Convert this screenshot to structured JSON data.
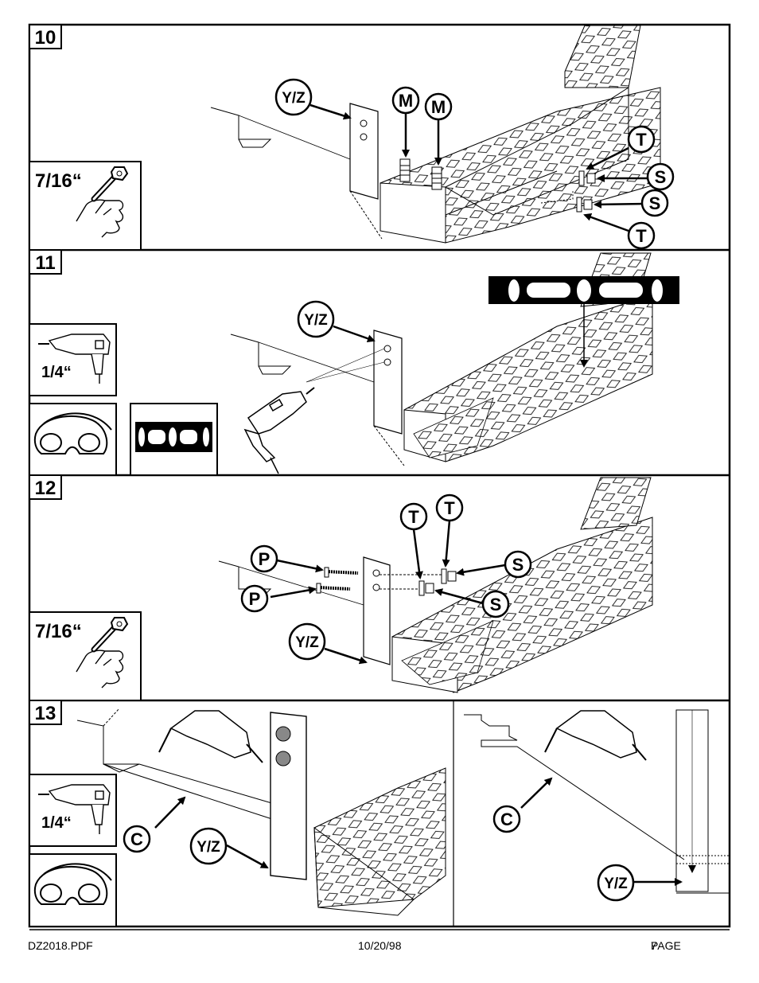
{
  "steps": [
    {
      "number": "10",
      "tool_label": "7/16“",
      "callouts": {
        "yz": "Y/Z",
        "m1": "M",
        "m2": "M",
        "t1": "T",
        "s1": "S",
        "s2": "S",
        "t2": "T"
      }
    },
    {
      "number": "11",
      "tool_label": "1/4“",
      "callouts": {
        "yz": "Y/Z"
      }
    },
    {
      "number": "12",
      "tool_label": "7/16“",
      "callouts": {
        "t1": "T",
        "t2": "T",
        "p1": "P",
        "p2": "P",
        "s1": "S",
        "s2": "S",
        "yz": "Y/Z"
      }
    },
    {
      "number": "13",
      "tool_label": "1/4“",
      "callouts": {
        "c1": "C",
        "yz1": "Y/Z",
        "c2": "C",
        "yz2": "Y/Z"
      }
    }
  ],
  "footer": {
    "file": "DZ2018.PDF",
    "date": "10/20/98",
    "page": "PAGE",
    "page_number": "7"
  }
}
